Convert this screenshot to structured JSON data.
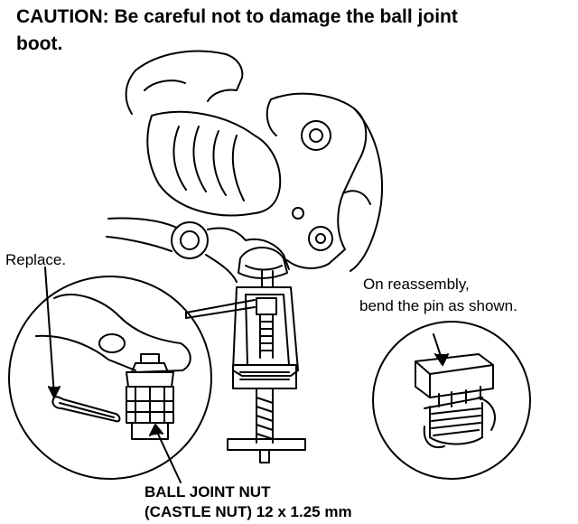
{
  "caution": {
    "line1": "CAUTION:  Be careful not to damage the ball joint",
    "line2": "boot."
  },
  "labels": {
    "replace": "Replace.",
    "reassembly_line1": "On reassembly,",
    "reassembly_line2": "bend the pin as shown.",
    "nut_line1": "BALL JOINT NUT",
    "nut_line2": "(CASTLE NUT) 12 x 1.25 mm"
  }
}
